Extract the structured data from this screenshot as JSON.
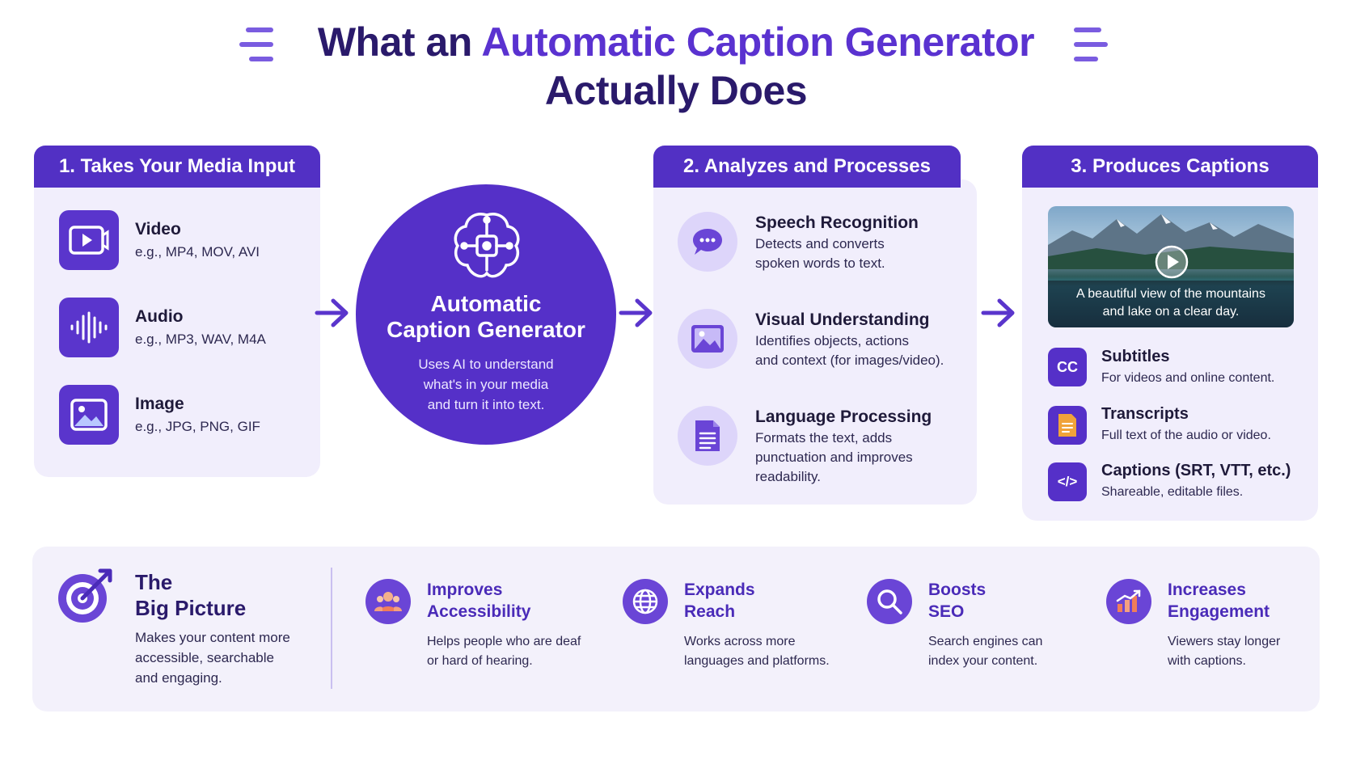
{
  "title": {
    "line1_plain": "What an ",
    "line1_accent": "Automatic Caption Generator",
    "line2": "Actually Does"
  },
  "colors": {
    "primary": "#5230c4",
    "accent": "#5a32d0",
    "panel": "#f1eefc",
    "heading": "#2a1a6b"
  },
  "input": {
    "header": "1. Takes Your Media Input",
    "items": [
      {
        "icon": "video-camera-icon",
        "title": "Video",
        "sub": "e.g., MP4, MOV, AVI"
      },
      {
        "icon": "audio-waveform-icon",
        "title": "Audio",
        "sub": "e.g., MP3, WAV, M4A"
      },
      {
        "icon": "image-icon",
        "title": "Image",
        "sub": "e.g., JPG, PNG, GIF"
      }
    ]
  },
  "generator": {
    "icon": "ai-brain-icon",
    "title_line1": "Automatic",
    "title_line2": "Caption Generator",
    "desc_line1": "Uses AI to understand",
    "desc_line2": "what's in your media",
    "desc_line3": "and turn it into text."
  },
  "analyze": {
    "header": "2. Analyzes and Processes",
    "items": [
      {
        "icon": "speech-bubble-icon",
        "title": "Speech Recognition",
        "l1": "Detects and converts",
        "l2": "spoken words to text.",
        "l3": ""
      },
      {
        "icon": "picture-icon",
        "title": "Visual Understanding",
        "l1": "Identifies objects, actions",
        "l2": "and context (for images/video).",
        "l3": ""
      },
      {
        "icon": "document-icon",
        "title": "Language Processing",
        "l1": "Formats the text, adds",
        "l2": "punctuation and improves",
        "l3": "readability."
      }
    ]
  },
  "produce": {
    "header": "3. Produces Captions",
    "video_caption_l1": "A beautiful view of the mountains",
    "video_caption_l2": "and lake on a clear day.",
    "items": [
      {
        "icon": "cc-icon",
        "badge": "CC",
        "title": "Subtitles",
        "sub": "For videos and online content."
      },
      {
        "icon": "transcript-icon",
        "badge": "",
        "title": "Transcripts",
        "sub": "Full text of the audio or video."
      },
      {
        "icon": "code-icon",
        "badge": "</>",
        "title": "Captions (SRT, VTT, etc.)",
        "sub": "Shareable, editable files."
      }
    ]
  },
  "bigpicture": {
    "icon": "target-icon",
    "title_l1": "The",
    "title_l2": "Big Picture",
    "d1": "Makes your content more",
    "d2": "accessible, searchable",
    "d3": "and engaging.",
    "benefits": [
      {
        "icon": "people-icon",
        "t1": "Improves",
        "t2": "Accessibility",
        "d1": "Helps people who are deaf",
        "d2": "or hard of hearing."
      },
      {
        "icon": "globe-icon",
        "t1": "Expands",
        "t2": "Reach",
        "d1": "Works across more",
        "d2": "languages and platforms."
      },
      {
        "icon": "search-icon",
        "t1": "Boosts",
        "t2": "SEO",
        "d1": "Search engines can",
        "d2": "index your content."
      },
      {
        "icon": "chart-up-icon",
        "t1": "Increases",
        "t2": "Engagement",
        "d1": "Viewers stay longer",
        "d2": "with captions."
      }
    ]
  }
}
